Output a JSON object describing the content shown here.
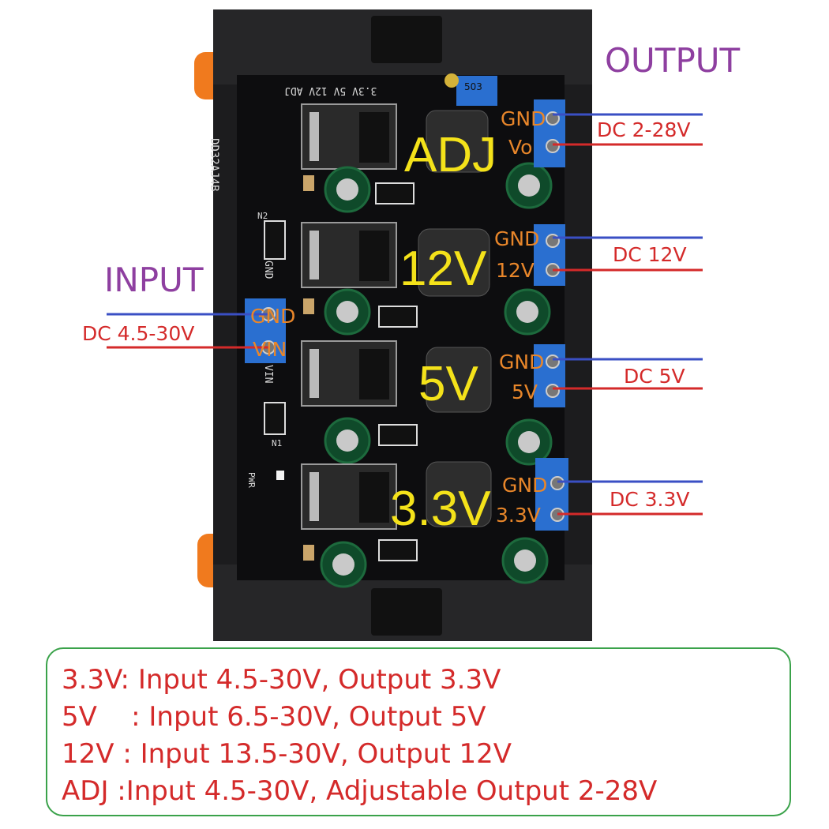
{
  "board": {
    "model": "DD32AJ4B",
    "silkscreen_top": "3.3V 5V 12V ADJ",
    "silk_gnd": "GND",
    "silk_vin": "VIN",
    "silk_pwr": "PWR",
    "silk_n1": "N1",
    "silk_n2": "N2",
    "pot_marking": "503"
  },
  "input": {
    "title": "INPUT",
    "range": "DC 4.5-30V",
    "gnd": "GND",
    "vin": "VIN"
  },
  "output": {
    "title": "OUTPUT",
    "channels": [
      {
        "big": "ADJ",
        "gnd": "GND",
        "pin": "Vo",
        "dc": "DC 2-28V"
      },
      {
        "big": "12V",
        "gnd": "GND",
        "pin": "12V",
        "dc": "DC 12V"
      },
      {
        "big": "5V",
        "gnd": "GND",
        "pin": "5V",
        "dc": "DC 5V"
      },
      {
        "big": "3.3V",
        "gnd": "GND",
        "pin": "3.3V",
        "dc": "DC 3.3V"
      }
    ]
  },
  "specs": [
    "3.3V: Input 4.5-30V, Output 3.3V",
    "5V    : Input 6.5-30V, Output 5V",
    "12V : Input 13.5-30V, Output 12V",
    "ADJ :Input 4.5-30V, Adjustable Output 2-28V"
  ],
  "colors": {
    "title_purple": "#8e3fa0",
    "pin_orange": "#e8862a",
    "value_red": "#d42a2a",
    "wire_blue": "#3a4fc4",
    "wire_red": "#d42a2a",
    "big_yellow": "#f4e21a",
    "box_green": "#3aa24a",
    "terminal_blue": "#2a6fd0",
    "din_orange": "#f07a1e"
  }
}
